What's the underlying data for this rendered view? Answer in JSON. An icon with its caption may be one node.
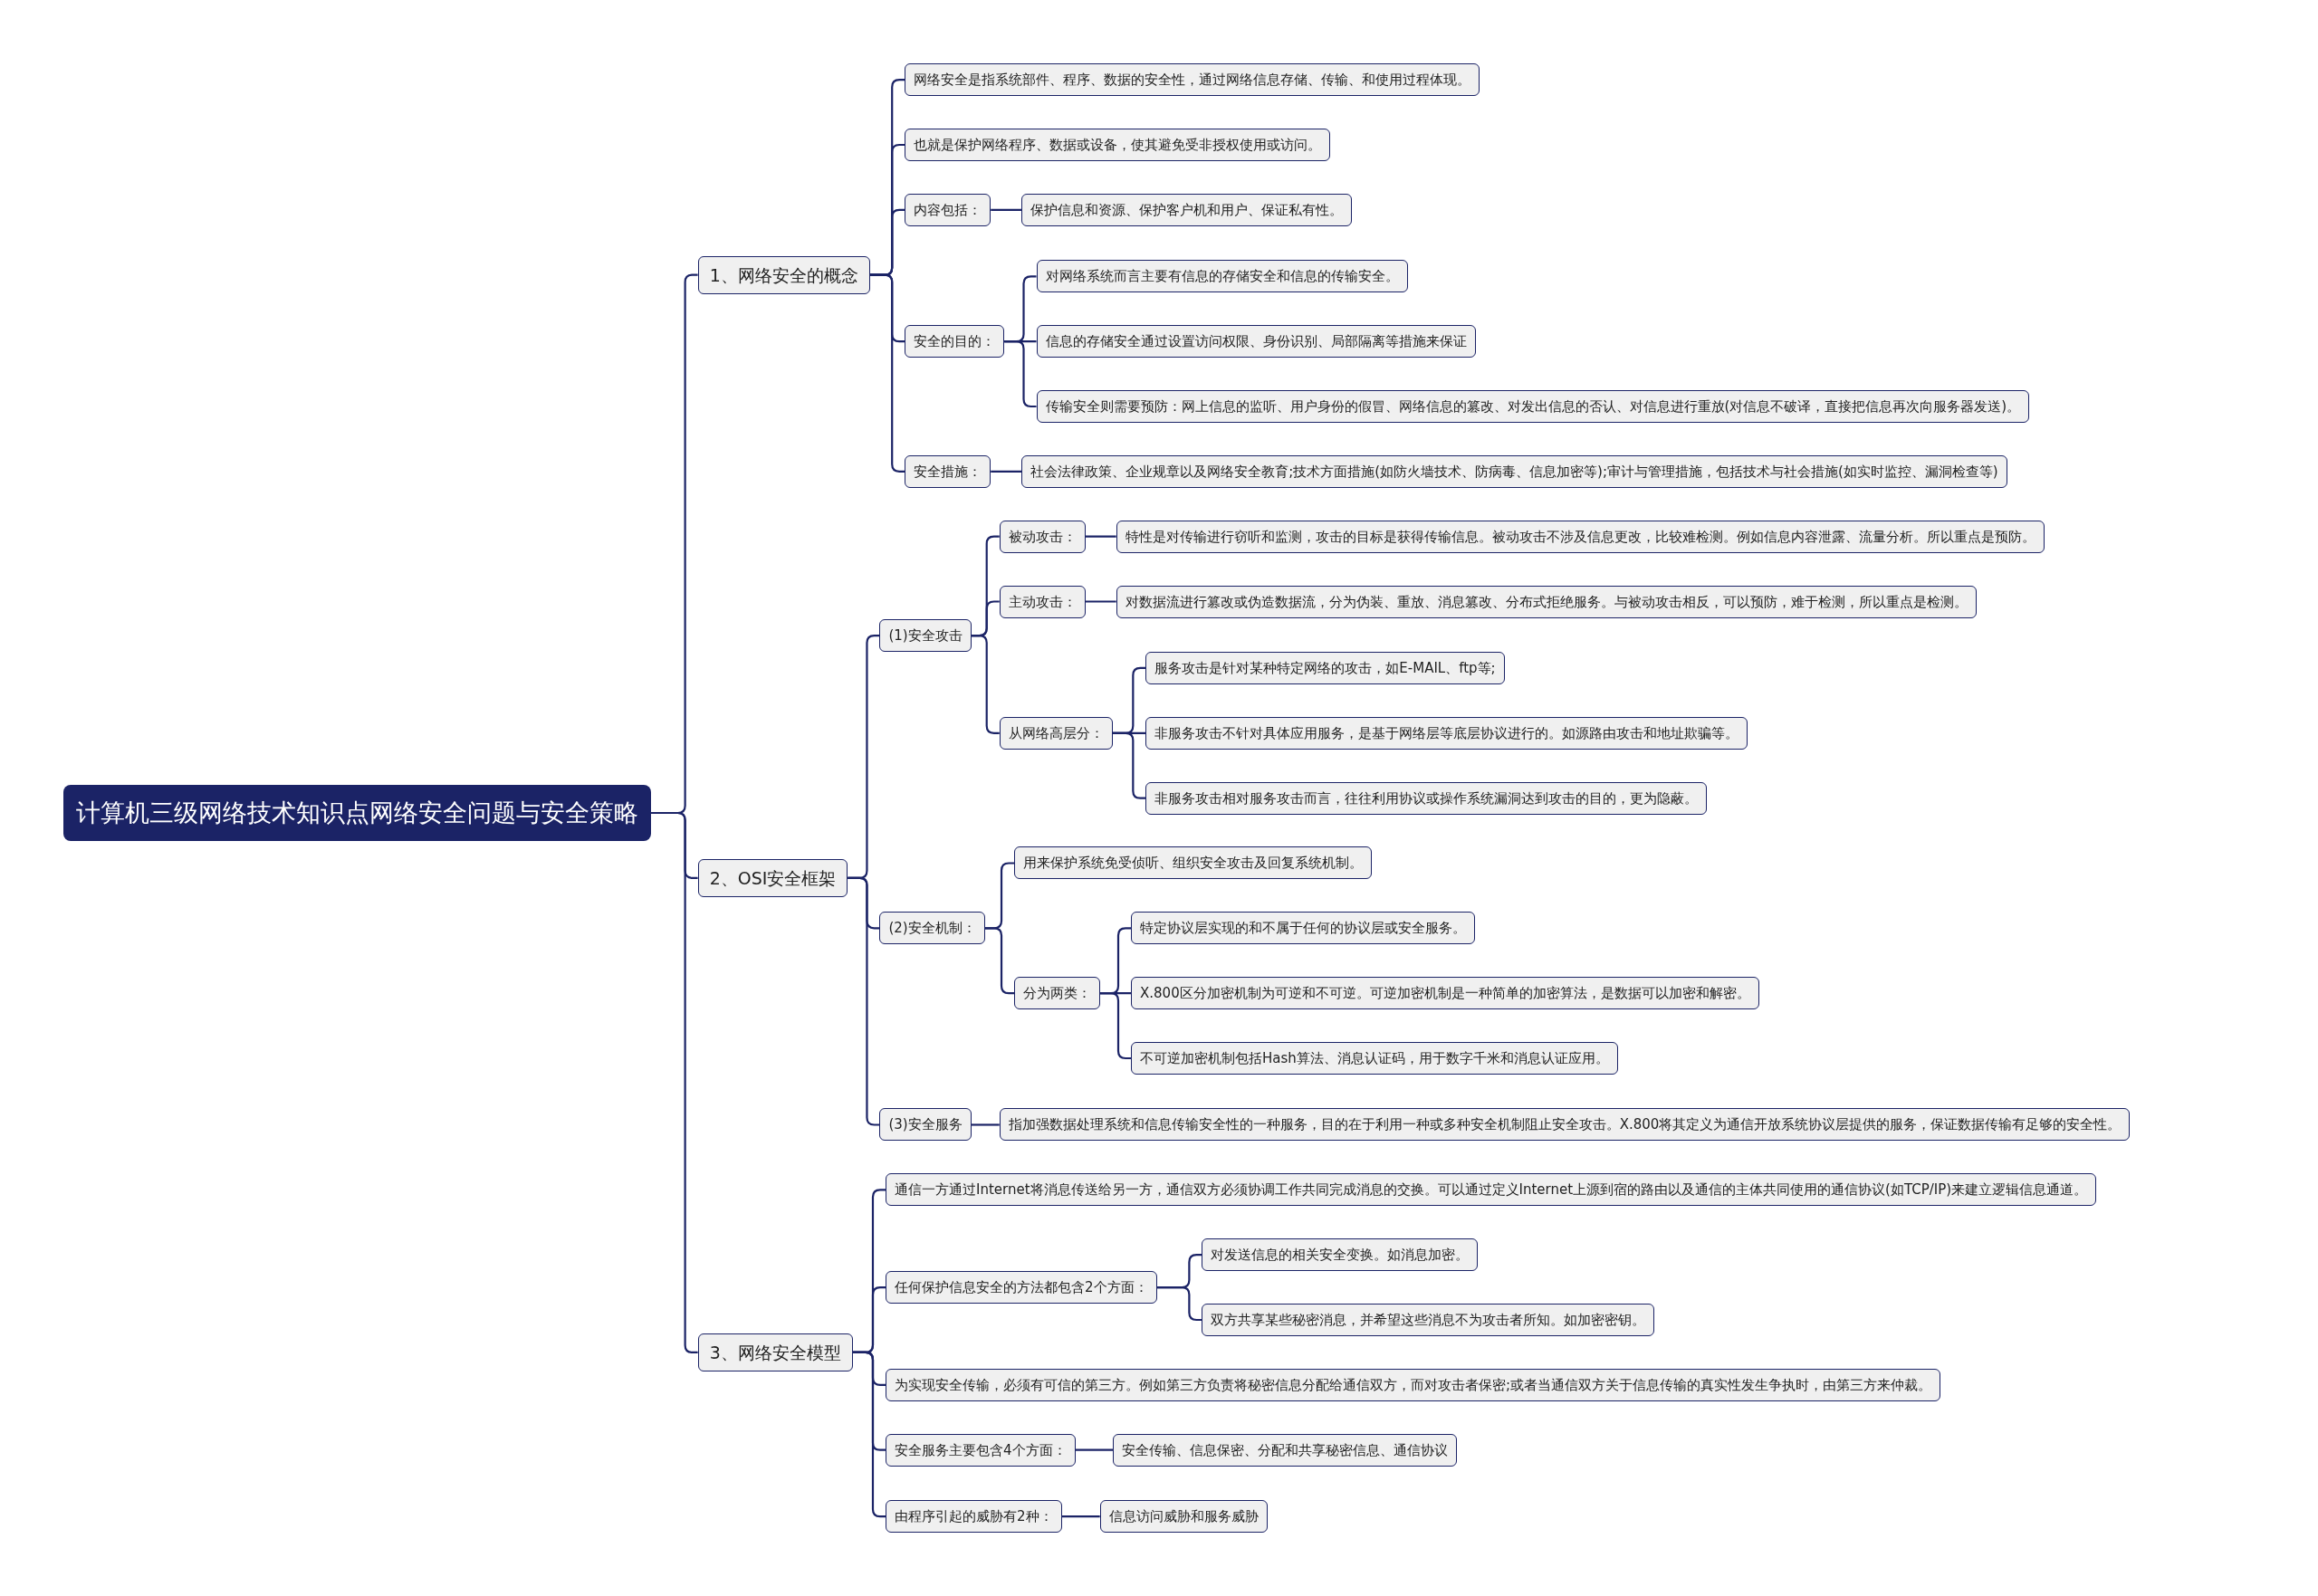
{
  "diagram": {
    "nodes": [
      {
        "text": [
          "计算机三级网络技术知识点网络安全问题与安全策略"
        ]
      },
      {
        "text": [
          "1、网络安全的概念"
        ]
      },
      {
        "text": [
          "网络安全是指系统部件、程序、数据的安全性，通过网络信息存储、传输、和使用过程体现。"
        ]
      },
      {
        "text": [
          "也就是保护网络程序、数据或设备，使其避免受非授权使用或访问。"
        ]
      },
      {
        "text": [
          "内容包括："
        ]
      },
      {
        "text": [
          "保护信息和资源、保护客户机和用户、保证私有性。"
        ]
      },
      {
        "text": [
          "安全的目的："
        ]
      },
      {
        "text": [
          "对网络系统而言主要有信息的存储安全和信息的传输安全。"
        ]
      },
      {
        "text": [
          "信息的存储安全通过设置访问权限、身份识别、局部隔离等措施来保证"
        ]
      },
      {
        "text": [
          "传输安全则需要预防：网上信息的监听、用户身份的假冒、网络信息的篡改、对发出信息的否认、对信息进行重放(对信息不破译，直接把信息再次向服务器发送)。"
        ]
      },
      {
        "text": [
          "安全措施："
        ]
      },
      {
        "text": [
          "社会法律政策、企业规章以及网络安全教育;技术方面措施(如防火墙技术、防病毒、信息加密等);审计与管理措施，包括技术与社会措施(如实时监控、漏洞检查等)"
        ]
      },
      {
        "text": [
          "2、OSI安全框架"
        ]
      },
      {
        "text": [
          "(1)安全攻击"
        ]
      },
      {
        "text": [
          "被动攻击："
        ]
      },
      {
        "text": [
          "特性是对传输进行窃听和监测，攻击的目标是获得传输信息。被动攻击不涉及信息更改，比较难检测。例如信息内容泄露、流量分析。所以重点是预防。"
        ]
      },
      {
        "text": [
          "主动攻击："
        ]
      },
      {
        "text": [
          "对数据流进行篡改或伪造数据流，分为伪装、重放、消息篡改、分布式拒绝服务。与被动攻击相反，可以预防，难于检测，所以重点是检测。"
        ]
      },
      {
        "text": [
          "从网络高层分："
        ]
      },
      {
        "text": [
          "服务攻击是针对某种特定网络的攻击，如E-MAIL、ftp等;"
        ]
      },
      {
        "text": [
          "非服务攻击不针对具体应用服务，是基于网络层等底层协议进行的。如源路由攻击和地址欺骗等。"
        ]
      },
      {
        "text": [
          "非服务攻击相对服务攻击而言，往往利用协议或操作系统漏洞达到攻击的目的，更为隐蔽。"
        ]
      },
      {
        "text": [
          "(2)安全机制："
        ]
      },
      {
        "text": [
          "用来保护系统免受侦听、组织安全攻击及回复系统机制。"
        ]
      },
      {
        "text": [
          "分为两类："
        ]
      },
      {
        "text": [
          "特定协议层实现的和不属于任何的协议层或安全服务。"
        ]
      },
      {
        "text": [
          "X.800区分加密机制为可逆和不可逆。可逆加密机制是一种简单的加密算法，是数据可以加密和解密。"
        ]
      },
      {
        "text": [
          "不可逆加密机制包括Hash算法、消息认证码，用于数字千米和消息认证应用。"
        ]
      },
      {
        "text": [
          "(3)安全服务"
        ]
      },
      {
        "text": [
          "指加强数据处理系统和信息传输安全性的一种服务，目的在于利用一种或多种安全机制阻止安全攻击。X.800将其定义为通信开放系统协议层提供的服务，保证数据传输有足够的安全性。"
        ]
      },
      {
        "text": [
          "3、网络安全模型"
        ]
      },
      {
        "text": [
          "通信一方通过Internet将消息传送给另一方，通信双方必须协调工作共同完成消息的交换。可以通过定义Internet上源到宿的路由以及通信的主体共同使用的通信协议(如TCP/IP)来建立逻辑信息通道。"
        ]
      },
      {
        "text": [
          "任何保护信息安全的方法都包含2个方面："
        ]
      },
      {
        "text": [
          "对发送信息的相关安全变换。如消息加密。"
        ]
      },
      {
        "text": [
          "双方共享某些秘密消息，并希望这些消息不为攻击者所知。如加密密钥。"
        ]
      },
      {
        "text": [
          "为实现安全传输，必须有可信的第三方。例如第三方负责将秘密信息分配给通信双方，而对攻击者保密;或者当通信双方关于信息传输的真实性发生争执时，由第三方来仲裁。"
        ]
      },
      {
        "text": [
          "安全服务主要包含4个方面："
        ]
      },
      {
        "text": [
          "安全传输、信息保密、分配和共享秘密信息、通信协议"
        ]
      },
      {
        "text": [
          "由程序引起的威胁有2种："
        ]
      },
      {
        "text": [
          "信息访问威胁和服务威胁"
        ]
      }
    ],
    "edges": [
      {
        "from": 0,
        "to": 1,
        "arrow": "none"
      },
      {
        "from": 1,
        "to": 2,
        "arrow": "none"
      },
      {
        "from": 1,
        "to": 3,
        "arrow": "none"
      },
      {
        "from": 1,
        "to": 4,
        "arrow": "none"
      },
      {
        "from": 4,
        "to": 5,
        "arrow": "none"
      },
      {
        "from": 1,
        "to": 6,
        "arrow": "none"
      },
      {
        "from": 6,
        "to": 7,
        "arrow": "none"
      },
      {
        "from": 6,
        "to": 8,
        "arrow": "none"
      },
      {
        "from": 6,
        "to": 9,
        "arrow": "none"
      },
      {
        "from": 1,
        "to": 10,
        "arrow": "none"
      },
      {
        "from": 10,
        "to": 11,
        "arrow": "none"
      },
      {
        "from": 0,
        "to": 12,
        "arrow": "none"
      },
      {
        "from": 12,
        "to": 13,
        "arrow": "none"
      },
      {
        "from": 13,
        "to": 14,
        "arrow": "none"
      },
      {
        "from": 14,
        "to": 15,
        "arrow": "none"
      },
      {
        "from": 13,
        "to": 16,
        "arrow": "none"
      },
      {
        "from": 16,
        "to": 17,
        "arrow": "none"
      },
      {
        "from": 13,
        "to": 18,
        "arrow": "none"
      },
      {
        "from": 18,
        "to": 19,
        "arrow": "none"
      },
      {
        "from": 18,
        "to": 20,
        "arrow": "none"
      },
      {
        "from": 18,
        "to": 21,
        "arrow": "none"
      },
      {
        "from": 12,
        "to": 22,
        "arrow": "none"
      },
      {
        "from": 22,
        "to": 23,
        "arrow": "none"
      },
      {
        "from": 22,
        "to": 24,
        "arrow": "none"
      },
      {
        "from": 24,
        "to": 25,
        "arrow": "none"
      },
      {
        "from": 24,
        "to": 26,
        "arrow": "none"
      },
      {
        "from": 24,
        "to": 27,
        "arrow": "none"
      },
      {
        "from": 12,
        "to": 28,
        "arrow": "none"
      },
      {
        "from": 28,
        "to": 29,
        "arrow": "none"
      },
      {
        "from": 0,
        "to": 30,
        "arrow": "none"
      },
      {
        "from": 30,
        "to": 31,
        "arrow": "none"
      },
      {
        "from": 30,
        "to": 32,
        "arrow": "none"
      },
      {
        "from": 32,
        "to": 33,
        "arrow": "none"
      },
      {
        "from": 32,
        "to": 34,
        "arrow": "none"
      },
      {
        "from": 30,
        "to": 35,
        "arrow": "none"
      },
      {
        "from": 30,
        "to": 36,
        "arrow": "none"
      },
      {
        "from": 36,
        "to": 37,
        "arrow": "none"
      },
      {
        "from": 30,
        "to": 38,
        "arrow": "none"
      },
      {
        "from": 38,
        "to": 39,
        "arrow": "none"
      }
    ]
  }
}
